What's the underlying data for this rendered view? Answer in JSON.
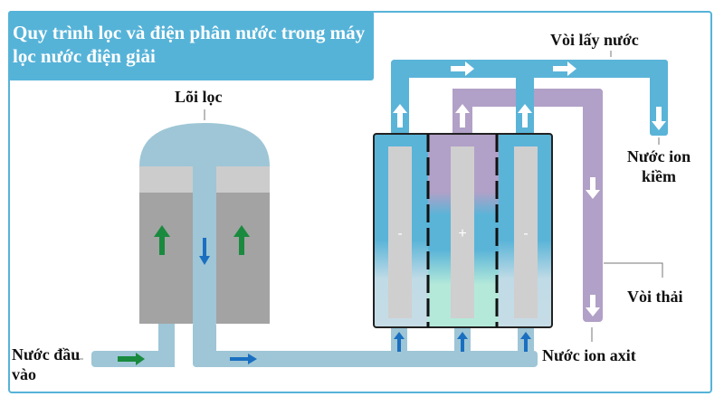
{
  "title": "Quy trình lọc và điện phân nước trong máy lọc nước điện giải",
  "labels": {
    "filter_core": "Lõi lọc",
    "tap": "Vòi lấy nước",
    "alkaline_water": "Nước ion kiềm",
    "waste_tap": "Vòi thải",
    "acid_water": "Nước ion axit",
    "input_water": "Nước đầu vào"
  },
  "electrodes": [
    {
      "sign": "-"
    },
    {
      "sign": "+"
    },
    {
      "sign": "-"
    }
  ],
  "colors": {
    "frame": "#56b3d8",
    "alkaline_pipe": "#5ab4d8",
    "acid_pipe": "#b1a0c7",
    "input_pipe": "#9ec6d6",
    "filter_top": "#cccccc",
    "filter_body": "#a3a3a3",
    "electrode": "#cfcfcf",
    "green_arrow": "#1a8a3e",
    "blue_arrow": "#1a6fc0"
  }
}
